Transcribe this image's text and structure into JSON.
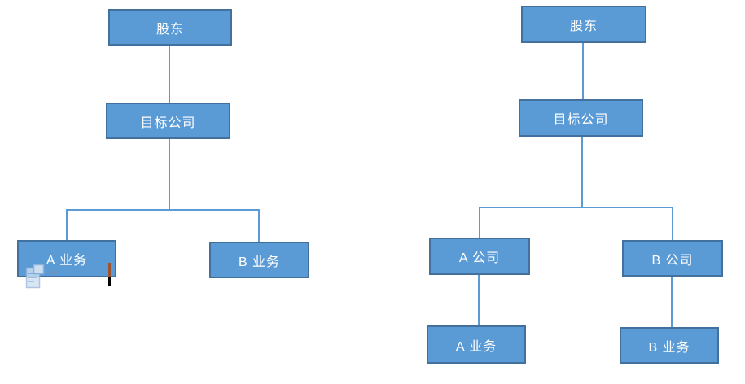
{
  "colors": {
    "node_fill": "#5B9BD5",
    "node_border": "#41719C",
    "node_text": "#FFFFFF",
    "connector": "#5B9BD5",
    "cursor_upper": "#A0522D",
    "cursor_lower": "#000000"
  },
  "charts": [
    {
      "id": "structure-left",
      "nodes": {
        "shareholder": {
          "label": "股东"
        },
        "target_company": {
          "label": "目标公司"
        },
        "business_a": {
          "label": "A 业务"
        },
        "business_b": {
          "label": "B 业务"
        }
      },
      "edges": [
        [
          "shareholder",
          "target_company"
        ],
        [
          "target_company",
          "business_a"
        ],
        [
          "target_company",
          "business_b"
        ]
      ]
    },
    {
      "id": "structure-right",
      "nodes": {
        "shareholder": {
          "label": "股东"
        },
        "target_company": {
          "label": "目标公司"
        },
        "company_a": {
          "label": "A 公司"
        },
        "company_b": {
          "label": "B 公司"
        },
        "business_a": {
          "label": "A 业务"
        },
        "business_b": {
          "label": "B 业务"
        }
      },
      "edges": [
        [
          "shareholder",
          "target_company"
        ],
        [
          "target_company",
          "company_a"
        ],
        [
          "target_company",
          "company_b"
        ],
        [
          "company_a",
          "business_a"
        ],
        [
          "company_b",
          "business_b"
        ]
      ]
    }
  ],
  "ui": {
    "paste_options_button": {
      "icon": "clipboard-paste-icon",
      "dropdown_icon": "▾"
    },
    "text_cursor": {
      "visible": true
    }
  }
}
